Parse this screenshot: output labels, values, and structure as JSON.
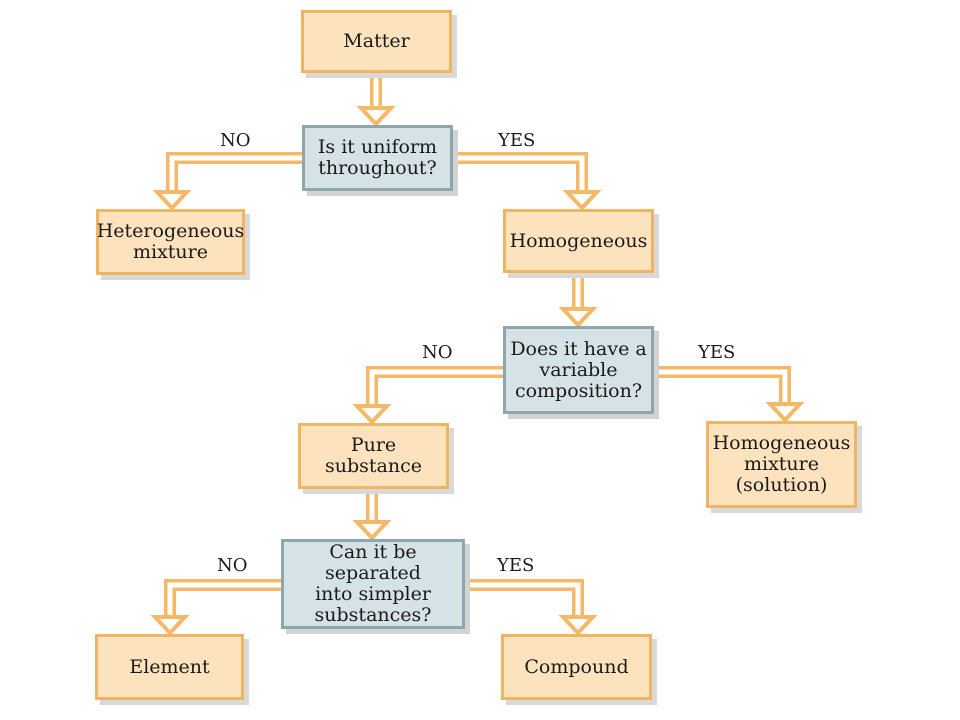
{
  "nodes": {
    "matter": "Matter",
    "q_uniform": "Is it uniform\nthroughout?",
    "heterogeneous": "Heterogeneous\nmixture",
    "homogeneous": "Homogeneous",
    "q_variable": "Does it have a\nvariable\ncomposition?",
    "pure_substance": "Pure substance",
    "homogeneous_mixture": "Homogeneous\nmixture\n(solution)",
    "q_separated": "Can it be separated\ninto simpler\nsubstances?",
    "element": "Element",
    "compound": "Compound"
  },
  "labels": {
    "no": "NO",
    "yes": "YES"
  },
  "colors": {
    "result_fill": "#fde3bd",
    "result_border": "#f0b463",
    "question_fill": "#d6e3e6",
    "question_border": "#8fa6ad",
    "arrow": "#f4b866"
  }
}
